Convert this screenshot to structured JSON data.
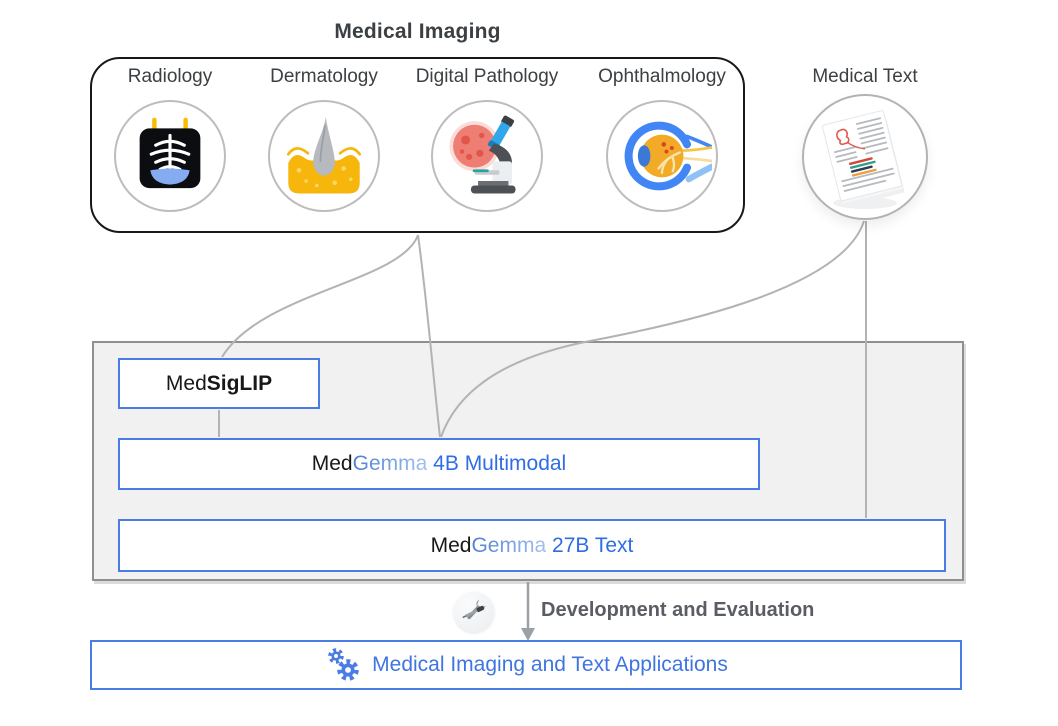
{
  "figure": {
    "title": "Medical Imaging",
    "medical_text_label": "Medical Text"
  },
  "imaging": {
    "modalities": [
      {
        "label": "Radiology",
        "icon": "radiology-xray-icon"
      },
      {
        "label": "Dermatology",
        "icon": "dermatology-skin-icon"
      },
      {
        "label": "Digital Pathology",
        "icon": "pathology-microscope-icon"
      },
      {
        "label": "Ophthalmology",
        "icon": "ophthalmology-eye-icon"
      }
    ]
  },
  "medical_text": {
    "icon": "document-stack-icon"
  },
  "models": {
    "medsiglip": {
      "prefix": "Med",
      "name": "SigLIP"
    },
    "medgemma_4b": {
      "prefix": "Med",
      "brand": "Gemma",
      "variant": "4B Multimodal"
    },
    "medgemma_27b": {
      "prefix": "Med",
      "brand": "Gemma",
      "variant": "27B Text"
    }
  },
  "development": {
    "label": "Development and Evaluation",
    "icon": "tools-icon"
  },
  "applications": {
    "label": "Medical Imaging and Text Applications",
    "icon": "gears-icon"
  },
  "colors": {
    "box_border_blue": "#4a7ce5",
    "model_text_blue": "#2e6de3",
    "gemma_gradient_start": "#4e7fd0",
    "gemma_gradient_end": "#a3c1f0",
    "panel_fill": "#f1f1f2",
    "panel_border": "#8f8f8f",
    "connector_gray": "#b3b3b3",
    "arrow_gray": "#9aa0a6",
    "title_text": "#3c4043",
    "dev_text": "#5a5d63"
  }
}
